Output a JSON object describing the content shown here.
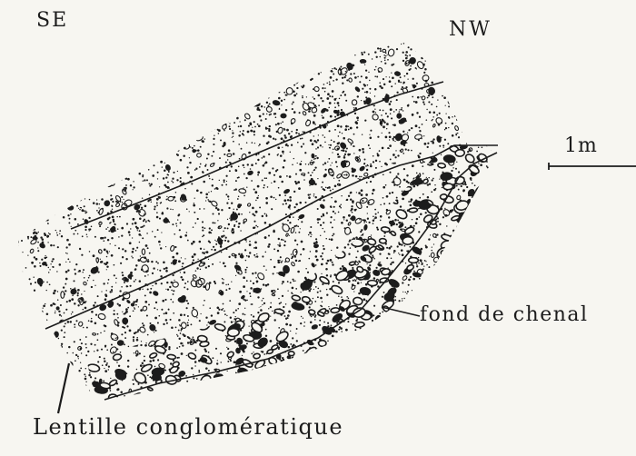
{
  "orientation": {
    "left": "SE",
    "right": "NW"
  },
  "scale_bar": {
    "label": "1m"
  },
  "annotations": {
    "channel_base": "fond de chenal",
    "lens": "Lentille conglomératique"
  },
  "colors": {
    "paper": "#f7f6f1",
    "ink": "#1c1c1c"
  }
}
